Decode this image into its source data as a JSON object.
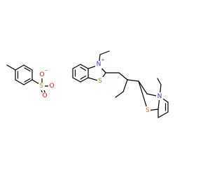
{
  "structure": {
    "atom_colors": {
      "N": "#3333cc",
      "S": "#b8860b",
      "O": "#ff0000",
      "C": "#000000"
    },
    "labels": {
      "n_cation": "N",
      "n_cation_charge": "+",
      "s_upper": "S",
      "n_lower": "N",
      "s_lower": "S",
      "s_tosyl": "S",
      "o_tosyl_top": "O",
      "o_tosyl_right": "O",
      "o_tosyl_bottom": "O",
      "o_tosyl_charge": "−"
    }
  }
}
